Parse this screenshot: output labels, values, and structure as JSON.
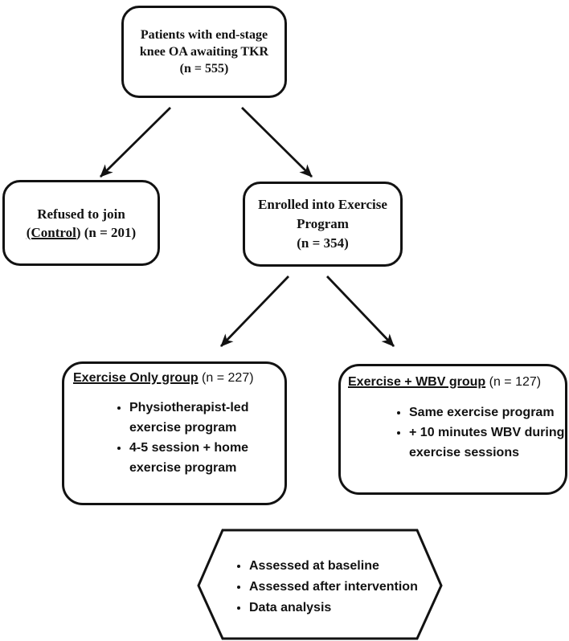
{
  "flowchart": {
    "top_box": {
      "lines": [
        "Patients with end-stage",
        "knee OA awaiting TKR",
        "(n = 555)"
      ]
    },
    "refused_box": {
      "line1": "Refused to join",
      "line2_underlined": "(Control",
      "line2_suffix": ") (n = 201)"
    },
    "enrolled_box": {
      "lines": [
        "Enrolled into Exercise",
        "Program",
        "(n = 354)"
      ]
    },
    "exercise_only_box": {
      "title": "Exercise Only group",
      "count": " (n = 227)",
      "bullets": [
        "Physiotherapist-led exercise program",
        "4-5 session + home exercise program"
      ]
    },
    "exercise_wbv_box": {
      "title": "Exercise + WBV group",
      "count": " (n = 127)",
      "bullets": [
        "Same exercise program",
        "+ 10 minutes WBV during exercise sessions"
      ]
    },
    "assessment_hexagon": {
      "bullets": [
        "Assessed at baseline",
        "Assessed after intervention",
        "Data analysis"
      ]
    }
  },
  "colors": {
    "line": "#121212",
    "text": "#121212",
    "background": "#ffffff"
  }
}
